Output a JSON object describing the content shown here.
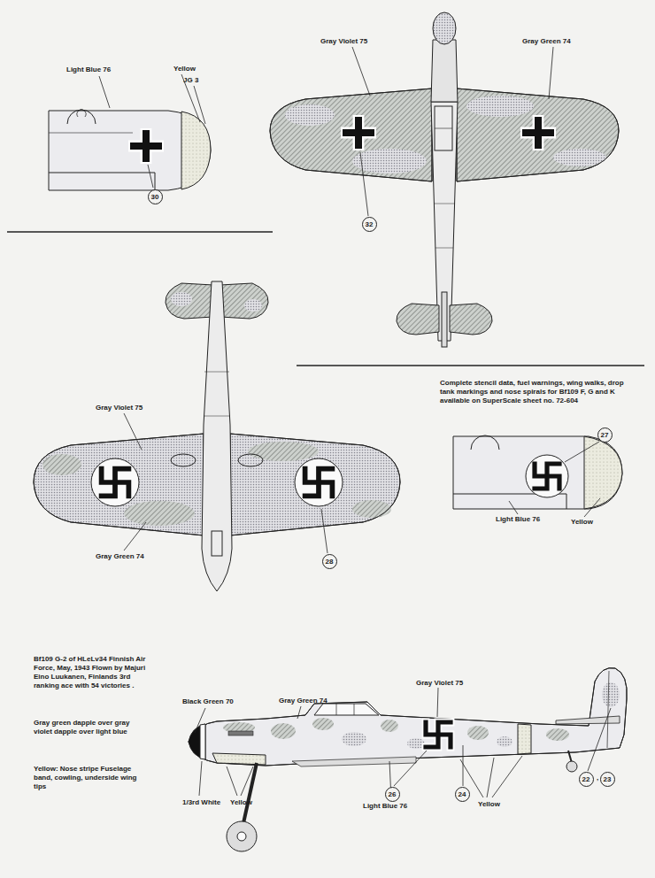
{
  "diagram": {
    "nodes": [
      {
        "text": [
          "30"
        ]
      },
      {
        "text": [
          "32"
        ]
      },
      {
        "text": [
          "28"
        ]
      },
      {
        "text": [
          "27"
        ]
      },
      {
        "text": [
          "26"
        ]
      },
      {
        "text": [
          "24"
        ]
      },
      {
        "text": [
          "22"
        ]
      },
      {
        "text": [
          "23"
        ]
      }
    ],
    "labels": [
      "Light Blue 76",
      "Yellow",
      "JG 3",
      "Gray Violet 75",
      "Gray Green 74",
      "Gray Violet 75",
      "Gray Green 74",
      "Complete stencil data, fuel warnings, wing walks, drop tank markings and nose spirals for Bf109 F, G and K available on SuperScale sheet no. 72-604",
      "Light Blue 76",
      "Yellow",
      "Bf109 G-2 of HLeLv34 Finnish Air Force, May, 1943 Flown by Majuri Eino Luukanen, Finlands 3rd ranking ace with 54 victories .",
      "Gray green dapple over gray violet dapple over light blue",
      "Yellow: Nose stripe Fuselage band, cowling, underside wing tips",
      "Black Green 70",
      "Gray Green 74",
      "Gray Violet 75",
      "1/3rd White",
      "Yellow",
      "Light Blue 76",
      "Yellow",
      ","
    ]
  }
}
